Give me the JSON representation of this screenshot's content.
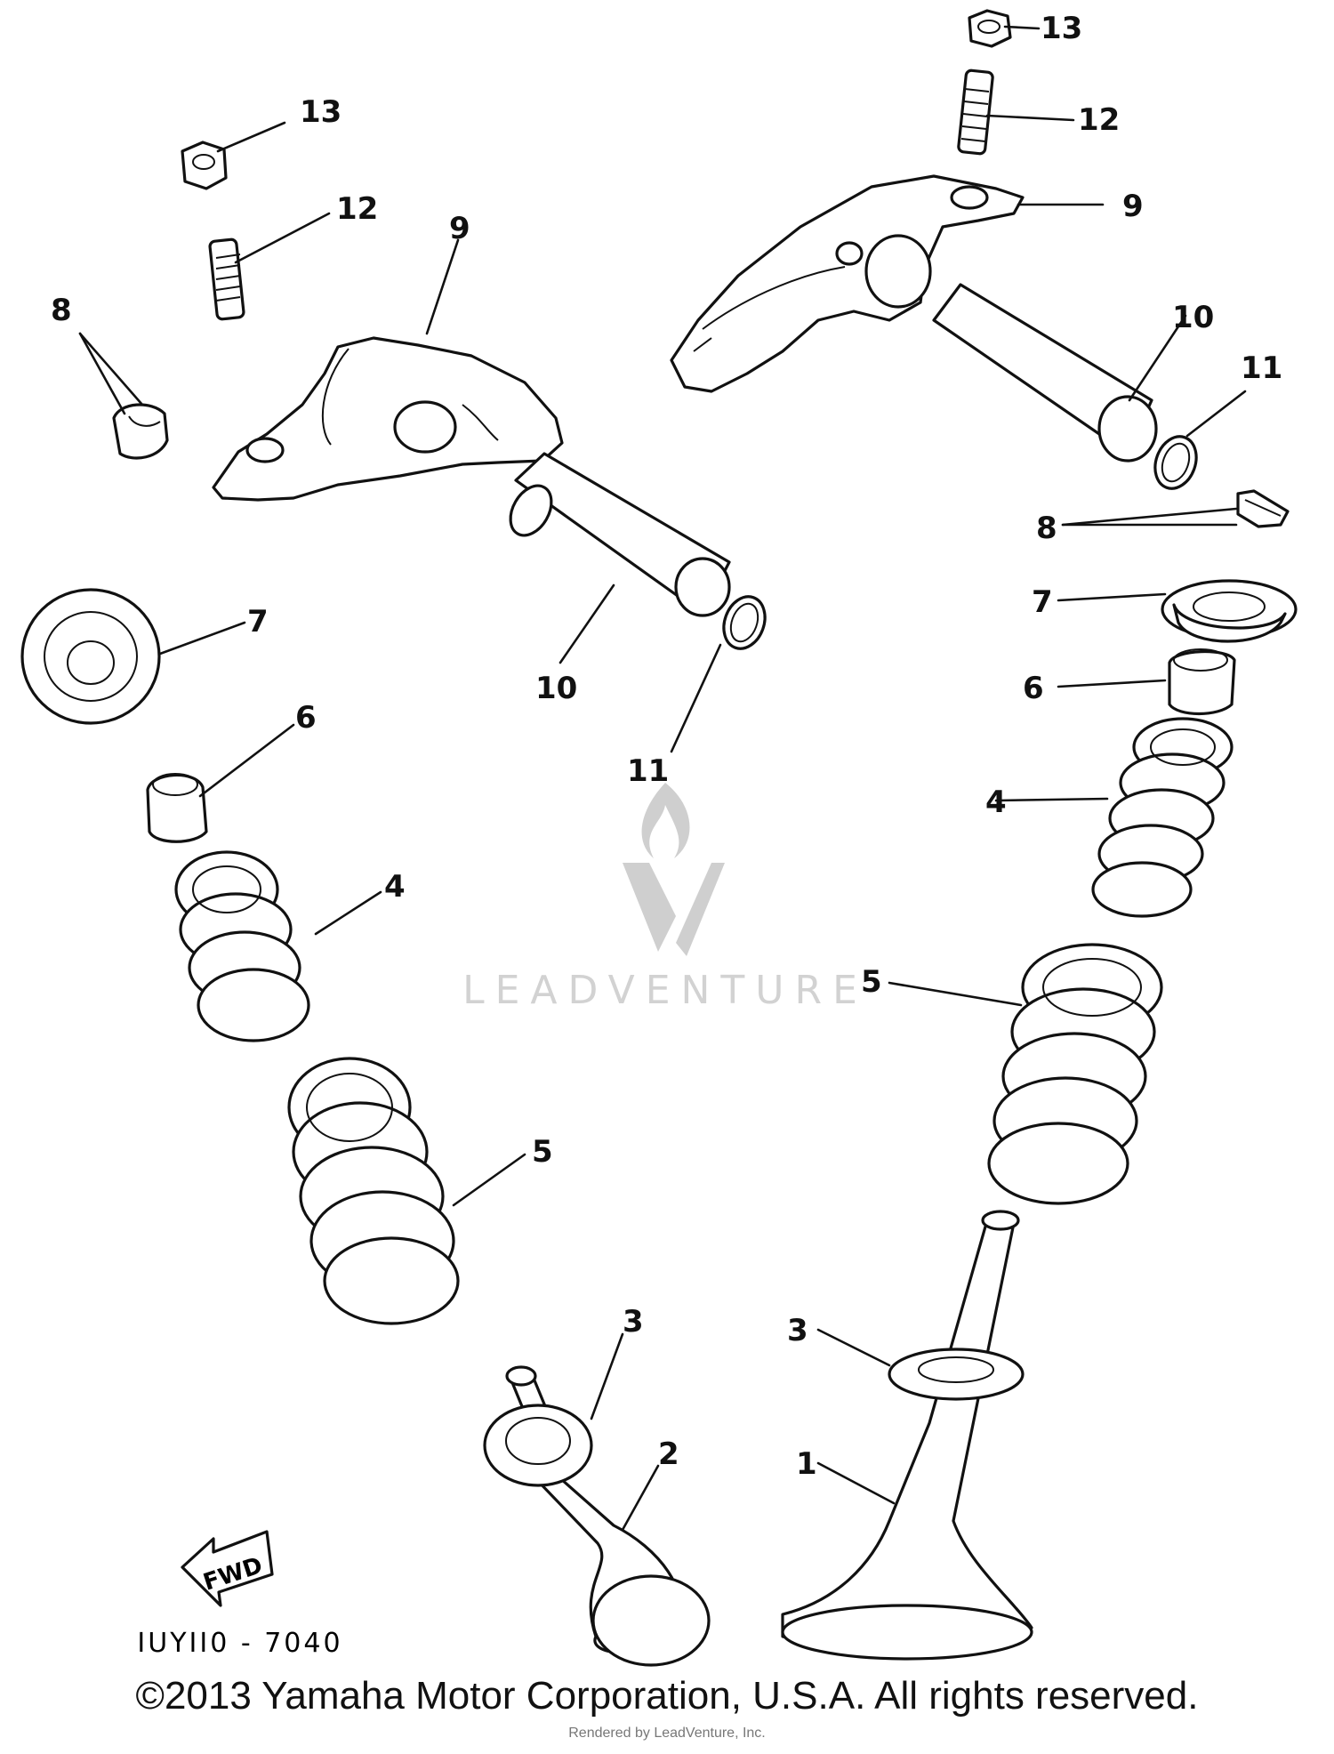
{
  "labels": {
    "l13a": "13",
    "l12a": "12",
    "l9a": "9",
    "l8a": "8",
    "l7a": "7",
    "l6a": "6",
    "l10a": "10",
    "l11a": "11",
    "l4a": "4",
    "l5a": "5",
    "l3a": "3",
    "l2": "2",
    "l13b": "13",
    "l12b": "12",
    "l9b": "9",
    "l10b": "10",
    "l11b": "11",
    "l8b": "8",
    "l7b": "7",
    "l6b": "6",
    "l4b": "4",
    "l5b": "5",
    "l3b": "3",
    "l1": "1"
  },
  "fwd_text": "FWD",
  "diagram_code": "IUYII0 - 7040",
  "watermark": "LEADVENTURE",
  "copyright": "©2013 Yamaha Motor Corporation, U.S.A. All rights reserved.",
  "rendered_by": "Rendered by LeadVenture, Inc."
}
